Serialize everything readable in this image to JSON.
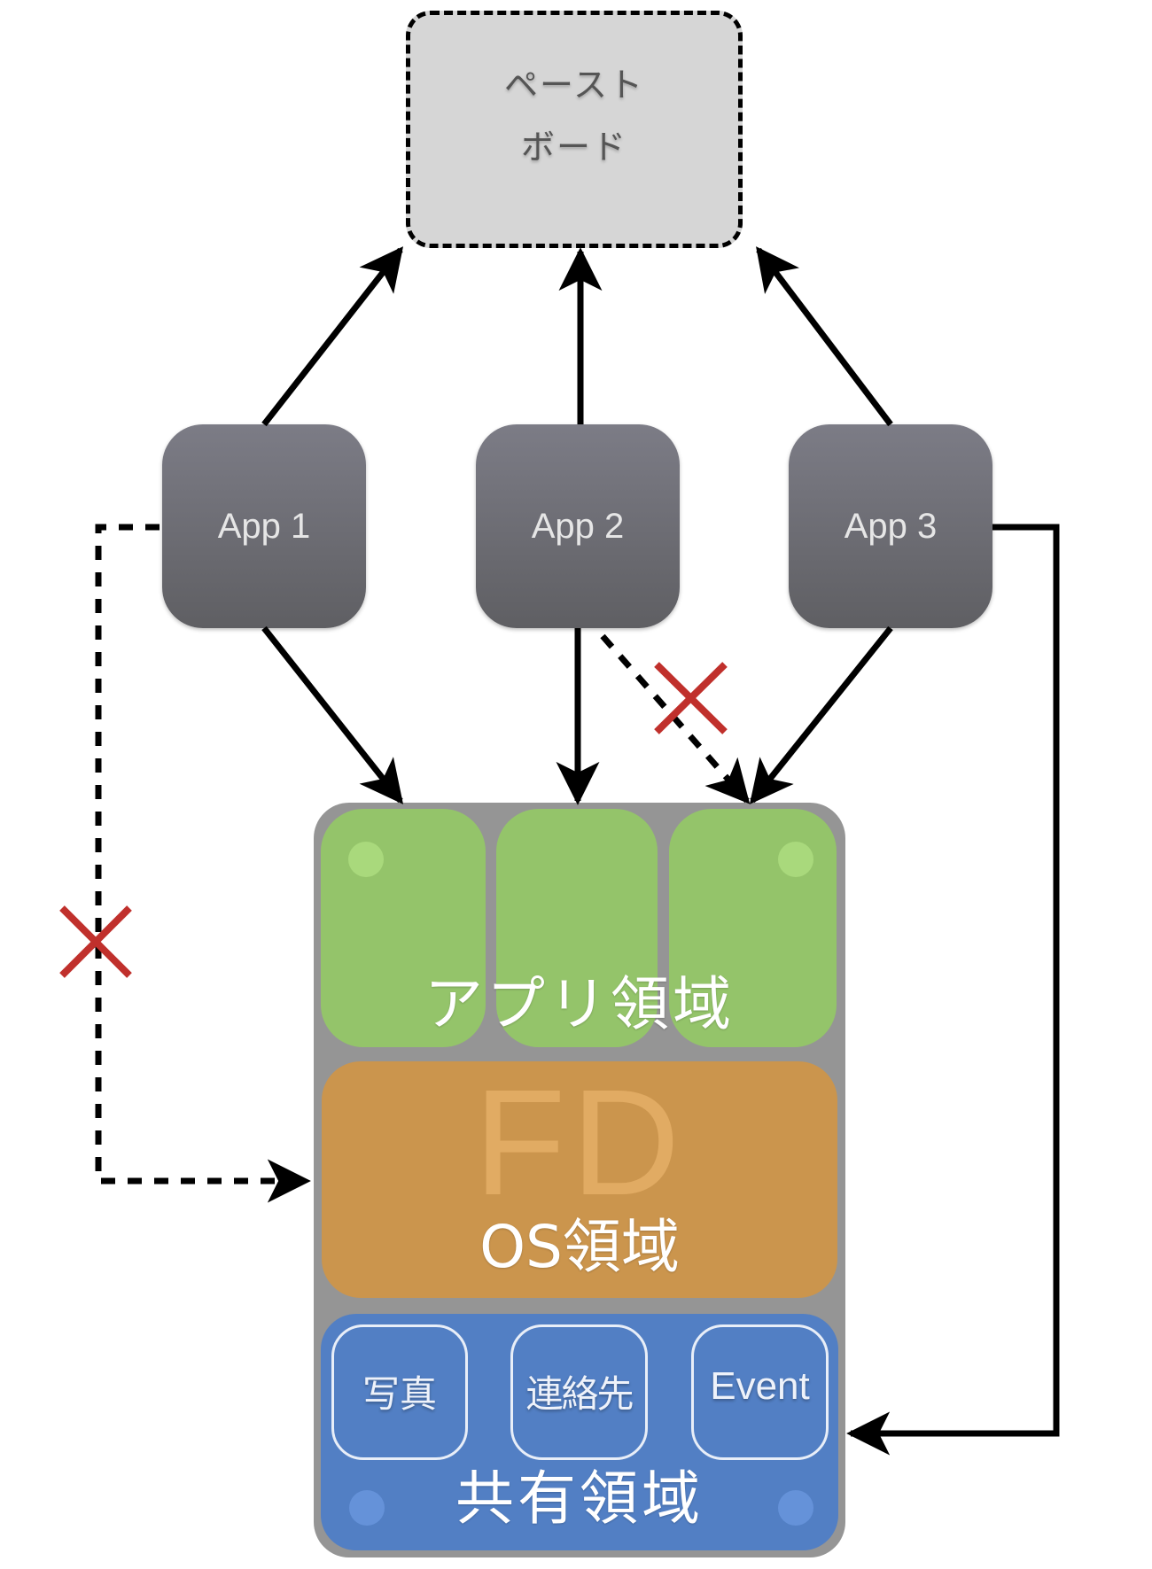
{
  "pasteboard": {
    "line1": "ペースト",
    "line2": "ボード"
  },
  "apps": [
    {
      "label": "App 1"
    },
    {
      "label": "App 2"
    },
    {
      "label": "App 3"
    }
  ],
  "sandbox": {
    "app_area_label": "アプリ領域",
    "os_area_fd_label": "FD",
    "os_area_label": "OS領域",
    "shared_area_label": "共有領域",
    "shared_items": [
      {
        "label": "写真"
      },
      {
        "label": "連絡先"
      },
      {
        "label": "Event"
      }
    ]
  },
  "connections": [
    {
      "from": "App 1",
      "to": "ペーストボード",
      "style": "solid",
      "allowed": true
    },
    {
      "from": "App 2",
      "to": "ペーストボード",
      "style": "solid",
      "allowed": true
    },
    {
      "from": "App 3",
      "to": "ペーストボード",
      "style": "solid",
      "allowed": true
    },
    {
      "from": "App 1",
      "to": "アプリ領域 (App 1)",
      "style": "solid",
      "allowed": true
    },
    {
      "from": "App 2",
      "to": "アプリ領域 (App 2)",
      "style": "solid",
      "allowed": true
    },
    {
      "from": "App 3",
      "to": "アプリ領域 (App 3)",
      "style": "solid",
      "allowed": true
    },
    {
      "from": "App 2",
      "to": "アプリ領域 (App 3)",
      "style": "dashed",
      "allowed": false
    },
    {
      "from": "App 1",
      "to": "OS領域",
      "style": "dashed",
      "allowed": false
    },
    {
      "from": "App 3",
      "to": "共有領域",
      "style": "solid",
      "allowed": true
    }
  ],
  "colors": {
    "pasteboard_fill": "#d6d6d6",
    "app_fill_top": "#7c7c86",
    "app_fill_bottom": "#5f5f63",
    "container": "#959595",
    "app_area": "#94c46a",
    "os_area": "#cb954d",
    "shared_area": "#527fc4",
    "deny_mark": "#c0302c"
  }
}
